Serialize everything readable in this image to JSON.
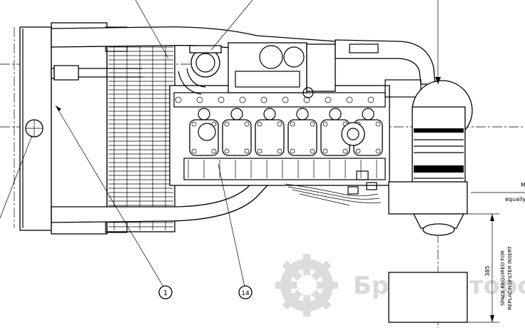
{
  "callouts": [
    {
      "id": "callout-1",
      "label": "1"
    },
    {
      "id": "callout-14",
      "label": "14"
    }
  ],
  "dimension": {
    "value": "385",
    "note_line1": "SPACE REQUIRED FOR",
    "note_line2": "REPLACINGFILTER INSERT"
  },
  "side_labels": {
    "equally": "equally",
    "m": "M"
  },
  "watermark": {
    "text": "Бриз Моторс"
  }
}
